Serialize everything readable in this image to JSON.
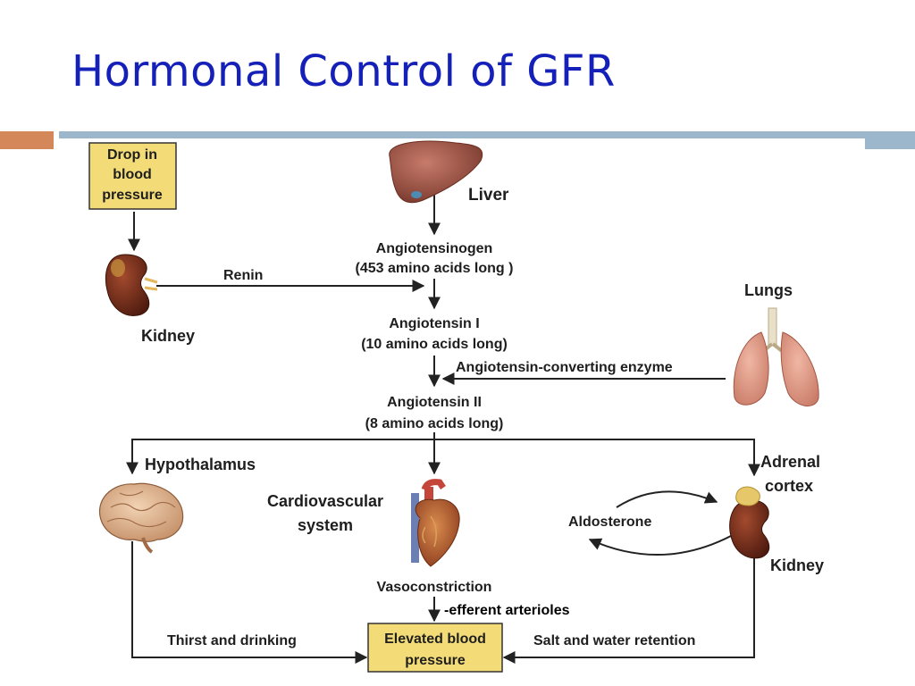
{
  "slide": {
    "title": "Hormonal Control of GFR"
  },
  "colors": {
    "title": "#1520b8",
    "accent_orange": "#d4885a",
    "accent_blue": "#9cb6cc",
    "box_fill": "#f3dc78"
  },
  "diagram": {
    "trigger_box": [
      "Drop in",
      "blood",
      "pressure"
    ],
    "liver": "Liver",
    "angiotensinogen": [
      "Angiotensinogen",
      "(453 amino acids long )"
    ],
    "renin": "Renin",
    "kidney_left": "Kidney",
    "lungs": "Lungs",
    "angiotensin_1": [
      "Angiotensin I",
      "(10 amino acids long)"
    ],
    "ace": "Angiotensin-converting enzyme",
    "angiotensin_2": [
      "Angiotensin II",
      "(8 amino acids long)"
    ],
    "hypothalamus": "Hypothalamus",
    "adrenal_cortex": [
      "Adrenal",
      "cortex"
    ],
    "cardiovascular": [
      "Cardiovascular",
      "system"
    ],
    "aldosterone": "Aldosterone",
    "kidney_right": "Kidney",
    "vasoconstriction": "Vasoconstriction",
    "efferent": "-efferent arterioles",
    "thirst": "Thirst and drinking",
    "salt_water": "Salt and water retention",
    "result_box": [
      "Elevated blood",
      "pressure"
    ]
  },
  "icons": [
    "liver-icon",
    "kidney-icon",
    "lungs-icon",
    "brain-icon",
    "heart-icon",
    "adrenal-kidney-icon"
  ]
}
